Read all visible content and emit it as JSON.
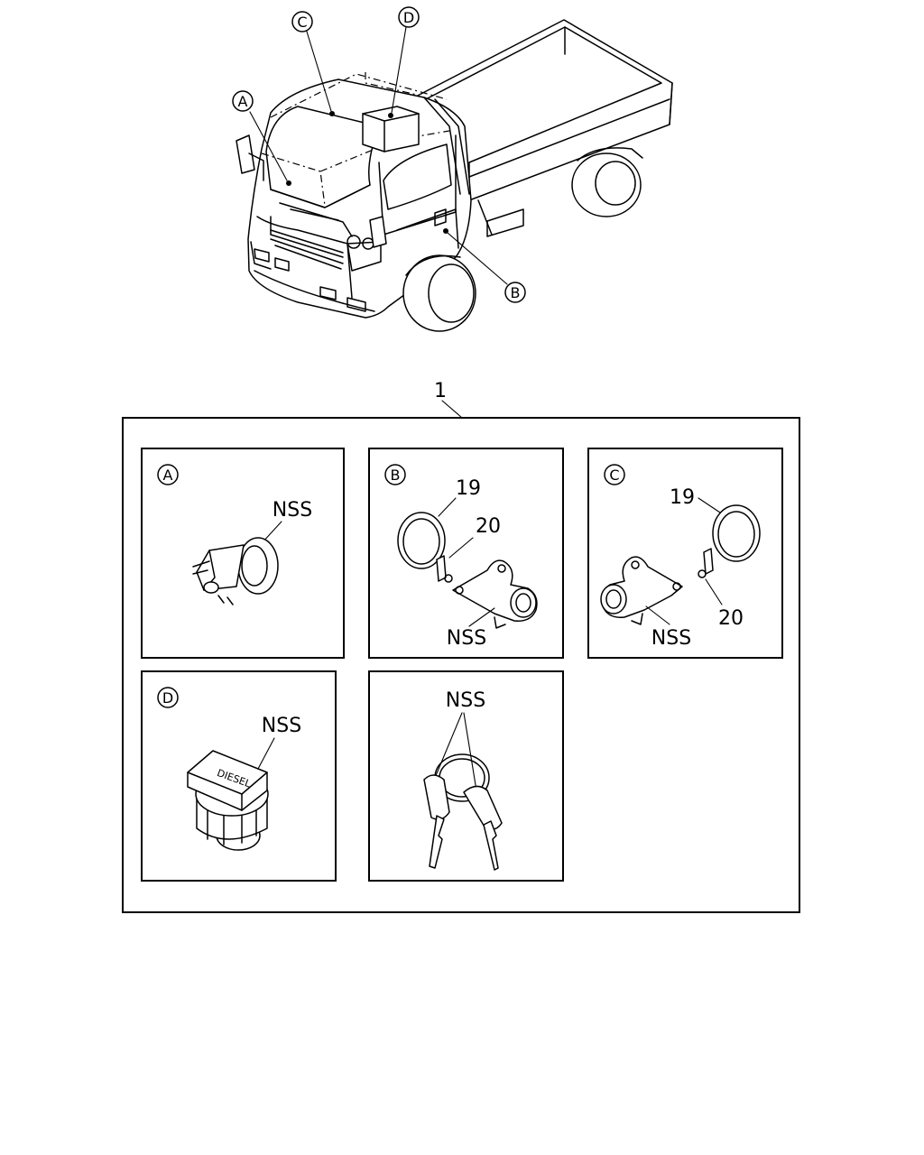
{
  "overview": {
    "callouts": {
      "a": "A",
      "b": "B",
      "c": "C",
      "d": "D"
    }
  },
  "assembly": {
    "number": "1",
    "panels": {
      "a": {
        "label": "A",
        "parts": [
          "NSS"
        ]
      },
      "b": {
        "label": "B",
        "parts": [
          "19",
          "20",
          "NSS"
        ]
      },
      "c": {
        "label": "C",
        "parts": [
          "19",
          "NSS",
          "20"
        ]
      },
      "d": {
        "label": "D",
        "parts": [
          "NSS"
        ],
        "cap_text": "DIESEL"
      },
      "keys": {
        "parts": [
          "NSS"
        ]
      }
    }
  }
}
